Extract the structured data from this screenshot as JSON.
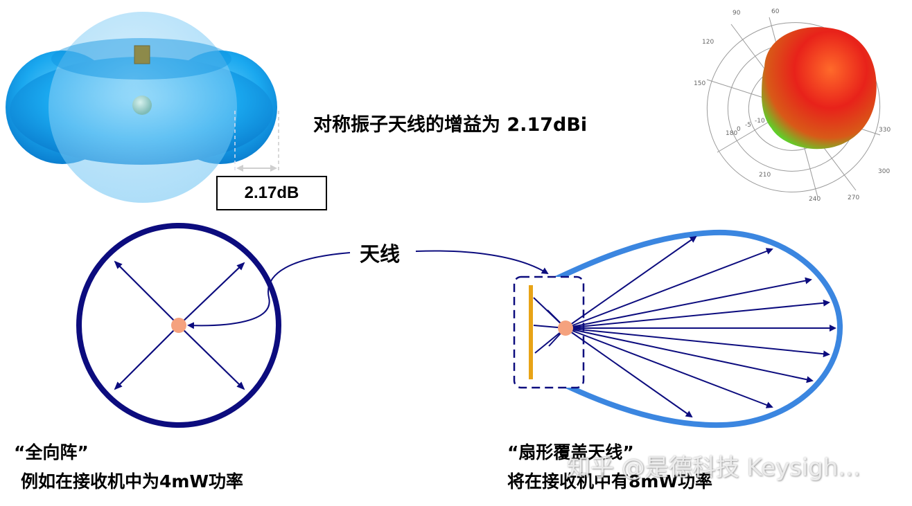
{
  "dipole": {
    "gain_caption": "对称振子天线的增益为 2.17dBi",
    "gain_box_label": "2.17dB"
  },
  "polar_plot": {
    "angle_labels": [
      "90",
      "60",
      "120",
      "150",
      "180",
      "210",
      "240",
      "270",
      "300",
      "330"
    ],
    "radial_labels": [
      "0",
      "-5",
      "-10"
    ]
  },
  "antenna_label": "天线",
  "omni": {
    "title": "“全向阵”",
    "description": "例如在接收机中为4mW功率"
  },
  "sector": {
    "title": "“扇形覆盖天线”",
    "description": "将在接收机中有8mW功率"
  },
  "watermark": "知乎 @是德科技 Keysigh...",
  "colors": {
    "navy": "#0c0c7e",
    "sector_outline": "#3b86e0",
    "feed_dot": "#f5a27e",
    "reflector": "#e8a316",
    "dipole_blue": "#1aa8ef"
  }
}
